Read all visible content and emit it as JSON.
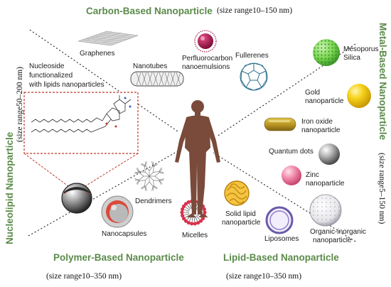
{
  "categories": {
    "carbon": {
      "title": "Carbon-Based Nanoparticle",
      "size": "(size range10–150 nm)"
    },
    "metal": {
      "title": "Metal-Based Nanoparticle",
      "size": "(size range5–150 nm)"
    },
    "nucleolipid": {
      "title": "Nucleolipid Nanoparticle",
      "size": "(size range50–200 nm)"
    },
    "polymer": {
      "title": "Polymer-Based Nanoparticle",
      "size": "(size range10–350 nm)"
    },
    "lipid": {
      "title": "Lipid-Based Nanoparticle",
      "size": "(size range10–350 nm)"
    }
  },
  "items": {
    "graphenes": "Graphenes",
    "nanotubes": "Nanotubes",
    "perfluorocarbon_1": "Perfluorocarbon",
    "perfluorocarbon_2": "nanoemulsions",
    "fullerenes": "Fullerenes",
    "nucleoside_1": "Nucleoside",
    "nucleoside_2": "functionalized",
    "nucleoside_3": "with lipids nanoparticles",
    "mesoporus_1": "Mesoporus",
    "mesoporus_2": "Silica",
    "gold_1": "Gold",
    "gold_2": "nanoparticle",
    "iron_1": "Iron oxide",
    "iron_2": "nanoparticle",
    "quantum": "Quantum dots",
    "zinc_1": "Zinc",
    "zinc_2": "nanoparticle",
    "nanocapsules": "Nanocapsules",
    "dendrimers": "Dendrimers",
    "micelles": "Micelles",
    "solidlipid_1": "Solid lipid",
    "solidlipid_2": "nanoparticle",
    "liposomes": "Liposomes",
    "organic_1": "Organic-inorganic",
    "organic_2": "nanoparticle"
  },
  "colors": {
    "title_green": "#5b8a4a",
    "body": "#7a4a3a",
    "gold": "#f1c40f",
    "iron": "#b8962a",
    "zinc": "#ec7fa2",
    "silica": "#7ed957",
    "liposome": "#6b5aa8",
    "pfc": "#a0164a",
    "micelle": "#d6334d",
    "fullerene": "#2a6f8c",
    "frame_red": "#c0392b"
  },
  "icons": [
    "graphene-sheet-icon",
    "nanotube-icon",
    "perfluorocarbon-droplet-icon",
    "fullerene-icon",
    "mesoporous-silica-icon",
    "gold-nanoparticle-icon",
    "iron-oxide-capsule-icon",
    "quantum-dot-icon",
    "zinc-nanoparticle-icon",
    "organic-inorganic-sphere-icon",
    "liposome-icon",
    "solid-lipid-coil-icon",
    "micelle-icon",
    "dendrimer-icon",
    "nanocapsule-icon",
    "nucleolipid-sphere-icon",
    "human-figure-icon",
    "lipid-molecule-structure-icon"
  ]
}
